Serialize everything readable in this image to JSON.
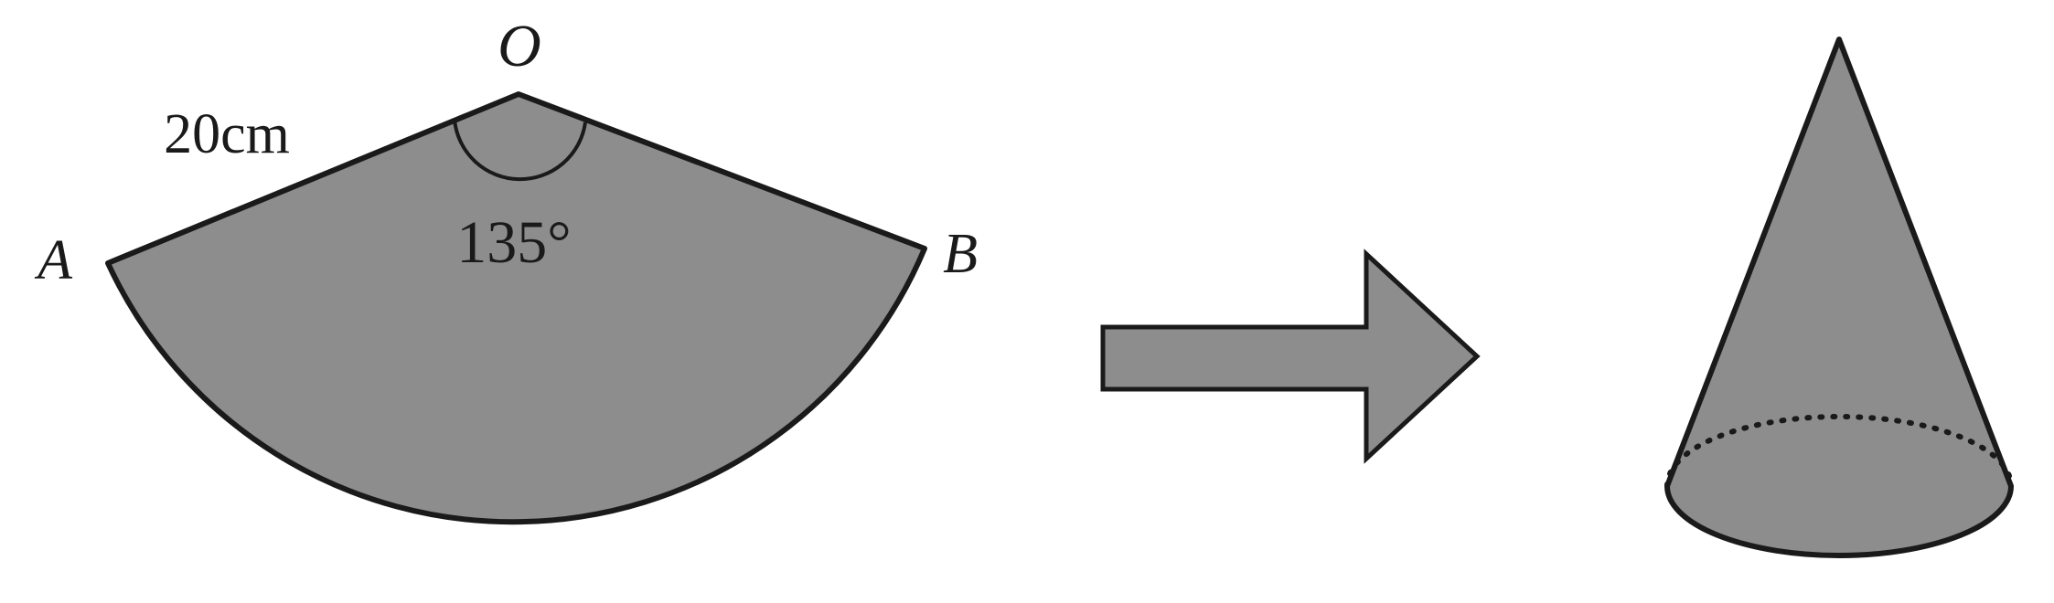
{
  "diagram": {
    "points": {
      "vertex": "O",
      "left": "A",
      "right": "B"
    },
    "radius_label": "20cm",
    "angle_label": "135°",
    "colors": {
      "fill": "#8d8d8d",
      "stroke": "#1a1a1a",
      "background": "#ffffff"
    },
    "arrow_icon": "right-arrow-icon",
    "result_shape": "cone"
  }
}
